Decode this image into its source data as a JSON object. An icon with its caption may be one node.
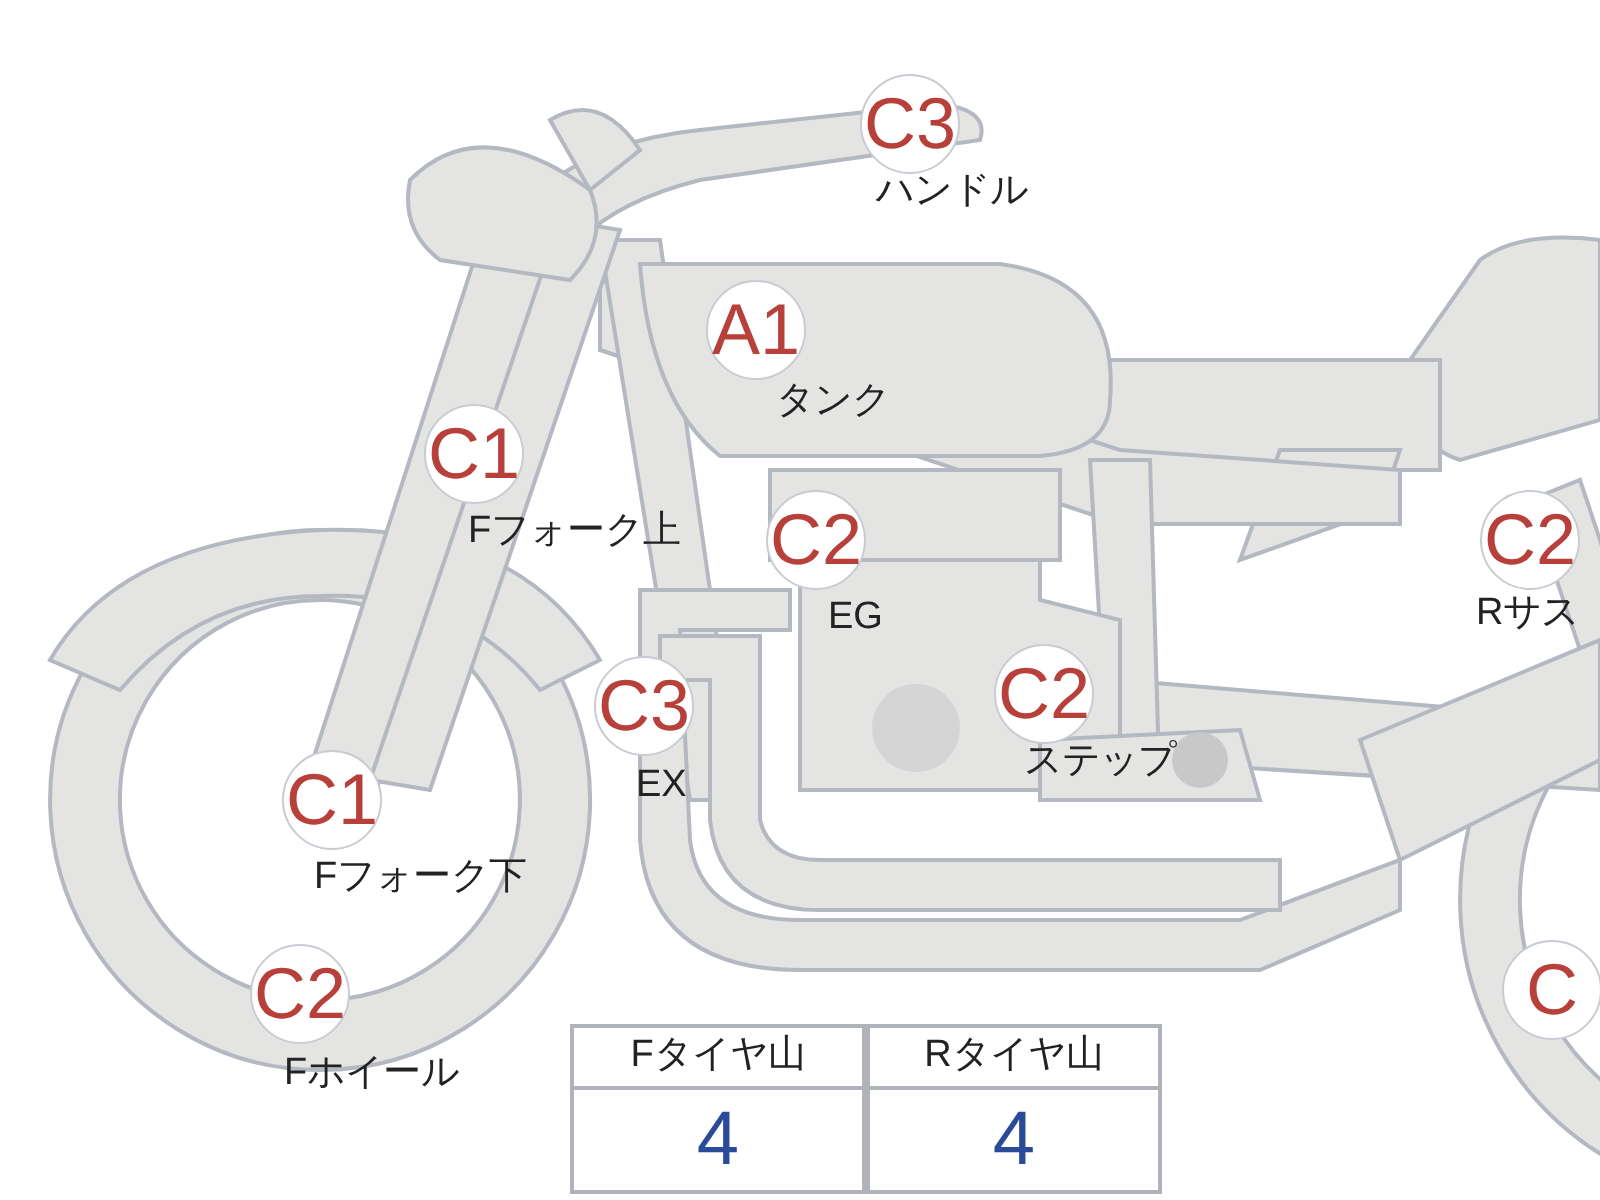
{
  "diagram": {
    "labels": [
      "C3",
      "ハンドル",
      "A1",
      "タンク",
      "C1",
      "Fフォーク上",
      "C2",
      "EG",
      "C2",
      "Rサス",
      "C3",
      "C2",
      "EX",
      "ステップ",
      "C1",
      "Fフォーク下",
      "C2",
      "C",
      "Fホイール",
      "Fタイヤ山",
      "Rタイヤ山",
      "4",
      "4"
    ]
  }
}
